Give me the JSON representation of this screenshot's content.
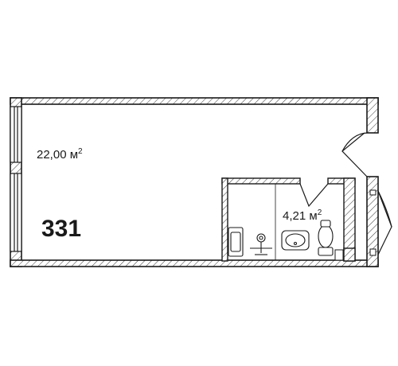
{
  "plan": {
    "unit_number": "331",
    "main_room": {
      "area_value": "22,00 м",
      "area_exp": "2"
    },
    "bathroom": {
      "area_value": "4,21 м",
      "area_exp": "2"
    }
  },
  "colors": {
    "ink": "#1a1a1a",
    "wall_fill": "#ffffff",
    "background": "#ffffff"
  }
}
